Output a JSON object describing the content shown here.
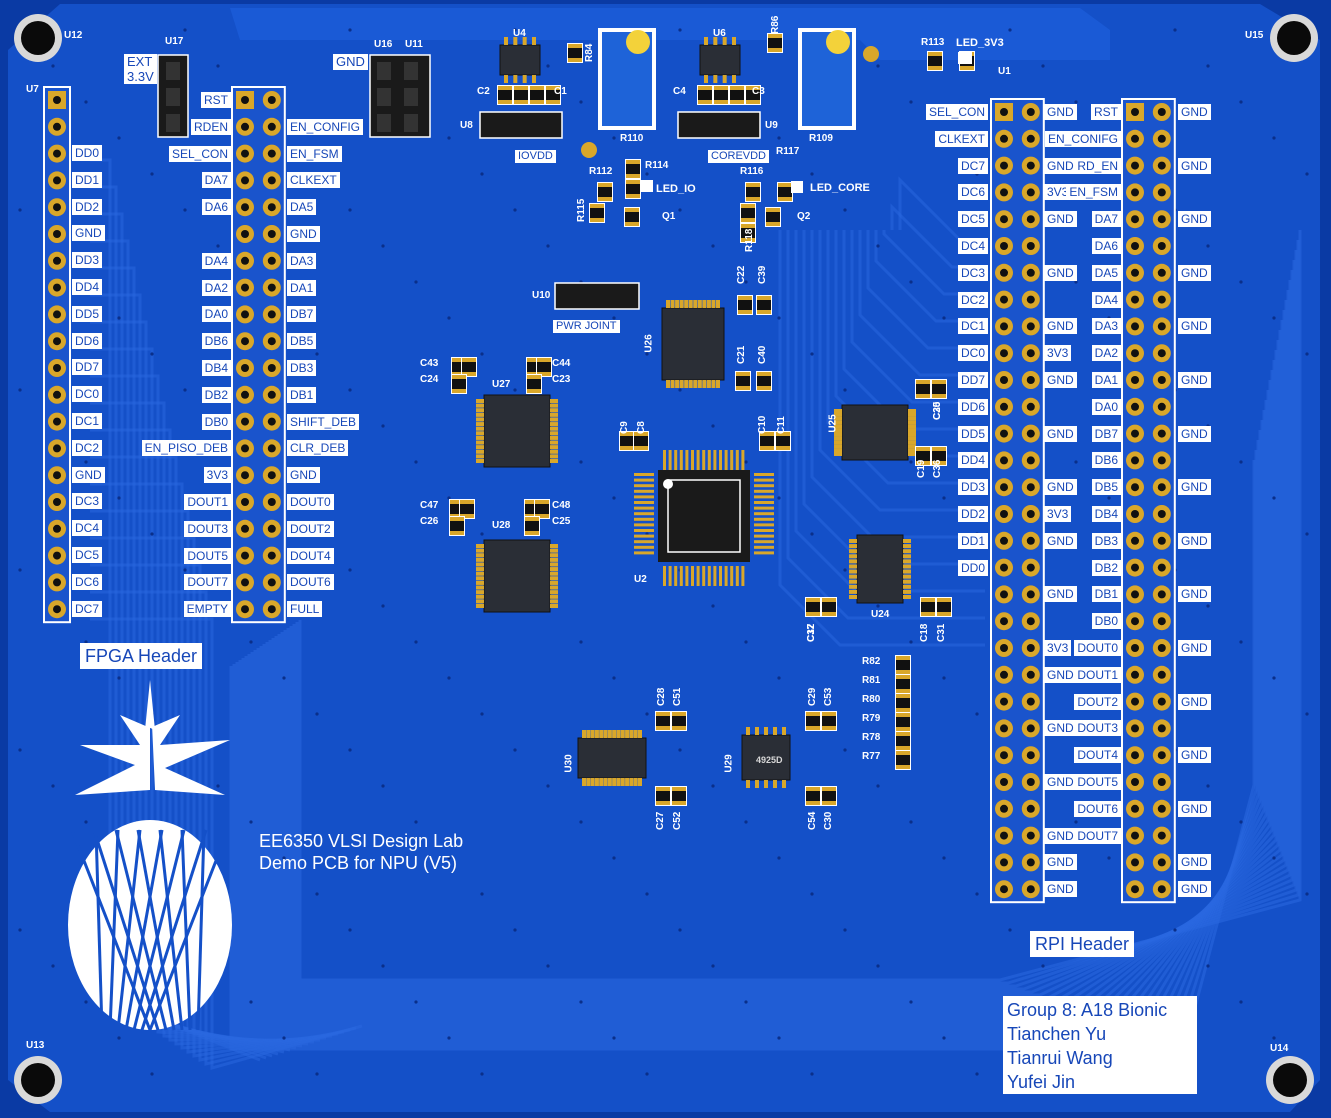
{
  "colors": {
    "board": "#0b3fb0",
    "copper": "#1551d0",
    "trace": "#2c6ae6",
    "gold": "#d9a72a",
    "silk": "#ffffff",
    "chip": "#2a2e36"
  },
  "board_refs": [
    "U12",
    "U15",
    "U13",
    "U14",
    "U7",
    "U17",
    "U16",
    "U11",
    "U4",
    "U6",
    "U8",
    "U9",
    "U10",
    "U1",
    "U2",
    "U24",
    "U25",
    "U26",
    "U27",
    "U28",
    "U29",
    "U30",
    "Q1",
    "Q2"
  ],
  "passive_refs": [
    "R84",
    "R86",
    "R110",
    "R109",
    "R113",
    "R114",
    "R112",
    "R115",
    "R116",
    "R117",
    "R118",
    "C1",
    "C2",
    "C3",
    "C4",
    "C8",
    "C9",
    "C10",
    "C11",
    "C17",
    "C18",
    "C19",
    "C20",
    "C21",
    "C22",
    "C23",
    "C24",
    "C25",
    "C26",
    "C27",
    "C28",
    "C29",
    "C30",
    "C31",
    "C32",
    "C35",
    "C36",
    "C39",
    "C40",
    "C43",
    "C44",
    "C47",
    "C48",
    "C51",
    "C52",
    "C53",
    "C54",
    "R77",
    "R78",
    "R79",
    "R80",
    "R81",
    "R82"
  ],
  "labels": {
    "ext": "EXT\n3.3V",
    "gnd": "GND",
    "iovdd": "IOVDD",
    "corevdd": "COREVDD",
    "led_io": "LED_IO",
    "led_core": "LED_CORE",
    "led_3v3": "LED_3V3",
    "pwr_joint": "PWR JOINT",
    "fpga_header": "FPGA Header",
    "rpi_header": "RPI Header",
    "title_line1": "EE6350 VLSI Design Lab",
    "title_line2": "Demo PCB for NPU (V5)",
    "chip_u29": "4925D"
  },
  "team": [
    "Group 8: A18 Bionic",
    "Tianchen Yu",
    "Tianrui Wang",
    "Yufei Jin"
  ],
  "fpga_left": [
    "DD0",
    "DD1",
    "DD2",
    "GND",
    "DD3",
    "DD4",
    "DD5",
    "DD6",
    "DD7",
    "DC0",
    "DC1",
    "DC2",
    "GND",
    "DC3",
    "DC4",
    "DC5",
    "DC6",
    "DC7"
  ],
  "fpga_mid": [
    "RST",
    "RDEN",
    "SEL_CON",
    "DA7",
    "DA6",
    "",
    "DA4",
    "DA2",
    "DA0",
    "DB6",
    "DB4",
    "DB2",
    "DB0",
    "EN_PISO_DEB",
    "3V3",
    "DOUT1",
    "DOUT3",
    "DOUT5",
    "DOUT7",
    "EMPTY"
  ],
  "fpga_right": [
    "",
    "EN_CONFIG",
    "EN_FSM",
    "CLKEXT",
    "DA5",
    "GND",
    "DA3",
    "DA1",
    "DB7",
    "DB5",
    "DB3",
    "DB1",
    "SHIFT_DEB",
    "CLR_DEB",
    "GND",
    "DOUT0",
    "DOUT2",
    "DOUT4",
    "DOUT6",
    "FULL"
  ],
  "rpi_a_left": [
    "SEL_CON",
    "CLKEXT",
    "DC7",
    "DC6",
    "DC5",
    "DC4",
    "DC3",
    "DC2",
    "DC1",
    "DC0",
    "DD7",
    "DD6",
    "DD5",
    "DD4",
    "DD3",
    "DD2",
    "DD1",
    "DD0"
  ],
  "rpi_a_right": [
    "GND",
    "",
    "GND",
    "3V3",
    "GND",
    "",
    "GND",
    "",
    "GND",
    "3V3",
    "GND",
    "",
    "GND",
    "",
    "GND",
    "3V3",
    "GND",
    "",
    "GND",
    "",
    "3V3",
    "GND",
    "",
    "GND",
    "",
    "GND",
    "",
    "GND",
    "GND",
    "GND"
  ],
  "rpi_b_left": [
    "RST",
    "EN_CONIFG",
    "RD_EN",
    "EN_FSM",
    "DA7",
    "DA6",
    "DA5",
    "DA4",
    "DA3",
    "DA2",
    "DA1",
    "DA0",
    "DB7",
    "DB6",
    "DB5",
    "DB4",
    "DB3",
    "DB2",
    "DB1",
    "DB0",
    "DOUT0",
    "DOUT1",
    "DOUT2",
    "DOUT3",
    "DOUT4",
    "DOUT5",
    "DOUT6",
    "DOUT7"
  ],
  "rpi_b_right": [
    "GND",
    "",
    "GND",
    "",
    "GND",
    "",
    "GND",
    "",
    "GND",
    "",
    "GND",
    "",
    "GND",
    "",
    "GND",
    "",
    "GND",
    "",
    "GND",
    "",
    "GND",
    "",
    "GND",
    "",
    "GND",
    "",
    "GND",
    "",
    "GND",
    "GND"
  ]
}
